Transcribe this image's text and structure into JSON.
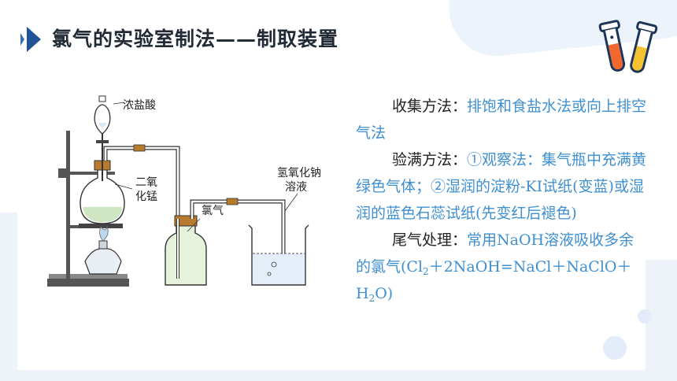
{
  "slide": {
    "title": "氯气的实验室制法——制取装置"
  },
  "diagram": {
    "label_hcl": "浓盐酸",
    "label_mno2_line1": "二氧",
    "label_mno2_line2": "化锰",
    "label_naoh_line1": "氢氧化钠",
    "label_naoh_line2": "溶液",
    "label_cl2": "氯气"
  },
  "content": {
    "collect_label": "收集方法：",
    "collect_value": "排饱和食盐水法或向上排空气法",
    "test_label": "验满方法：",
    "test_value": "①观察法：集气瓶中充满黄绿色气体；②湿润的淀粉-KI试纸(变蓝)或湿润的蓝色石蕊试纸(先变红后褪色)",
    "tail_label": "尾气处理：",
    "tail_value_a": "常用NaOH溶液吸收多余的氯气(Cl",
    "tail_sub_a": "2",
    "tail_value_b": "＋2NaOH=NaCl＋NaClO＋H",
    "tail_sub_b": "2",
    "tail_value_c": "O)"
  },
  "colors": {
    "accent_blue": "#3f8fd0",
    "title_dark": "#222a35"
  }
}
